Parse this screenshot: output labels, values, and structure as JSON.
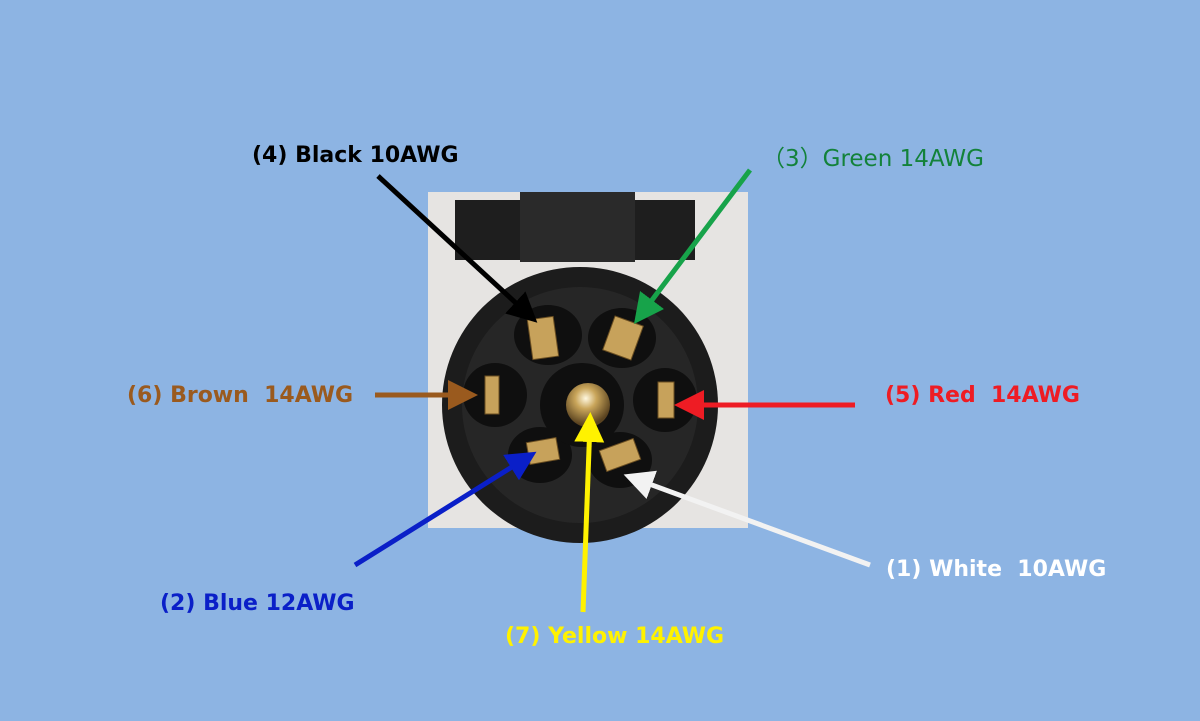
{
  "labels": {
    "black": {
      "text": "(4) Black 10AWG",
      "color": "#000000"
    },
    "green": {
      "text": "（3）Green 14AWG",
      "color": "#13823a"
    },
    "brown": {
      "text": "(6) Brown  14AWG",
      "color": "#9a5a1e"
    },
    "red": {
      "text": "(5) Red  14AWG",
      "color": "#ee1c24"
    },
    "white": {
      "text": "(1) White  10AWG",
      "color": "#ffffff"
    },
    "blue": {
      "text": "(2) Blue 12AWG",
      "color": "#0a1fc8"
    },
    "yellow": {
      "text": "(7) Yellow 14AWG",
      "color": "#fff200"
    }
  },
  "background_color": "#8db4e3"
}
